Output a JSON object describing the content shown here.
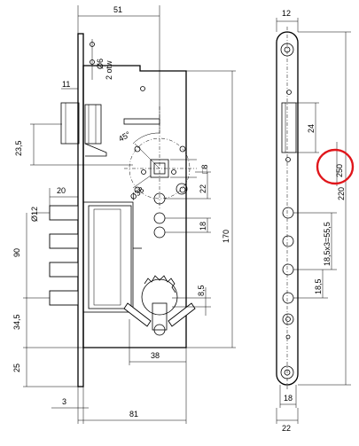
{
  "dims": {
    "d51": "51",
    "d6": "Ø6",
    "d2otw": "2 otw",
    "d11": "11",
    "d235": "23,5",
    "d45": "45°",
    "d8": "□8",
    "d38r": "Ø38",
    "d22": "22",
    "d20": "20",
    "d18": "18",
    "d12": "Ø12",
    "d90": "90",
    "d170": "170",
    "d85": "8,5",
    "d345": "34,5",
    "d38": "38",
    "d25": "25",
    "d3": "3",
    "d81": "81"
  },
  "side_dims": {
    "d12": "12",
    "d24": "24",
    "d250": "250",
    "d220": "220",
    "d185x3": "18,5x3=55,5",
    "d185": "18,5",
    "d18": "18",
    "d22": "22"
  }
}
